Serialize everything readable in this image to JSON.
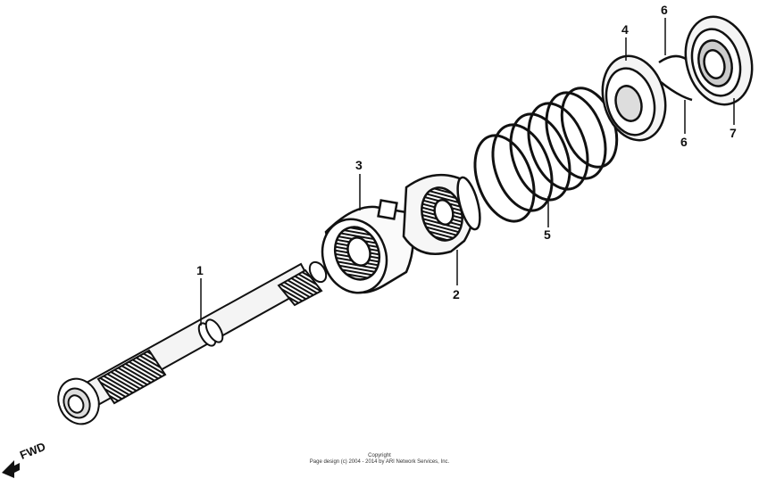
{
  "callouts": [
    {
      "id": "1",
      "label": "1"
    },
    {
      "id": "2",
      "label": "2"
    },
    {
      "id": "3",
      "label": "3"
    },
    {
      "id": "4",
      "label": "4"
    },
    {
      "id": "5",
      "label": "5"
    },
    {
      "id": "6a",
      "label": "6"
    },
    {
      "id": "6b",
      "label": "6"
    },
    {
      "id": "7",
      "label": "7"
    }
  ],
  "direction_label": "FWD",
  "copyright": {
    "line1": "Copyright",
    "line2": "Page design (c) 2004 - 2014 by ARI Network Services, Inc."
  },
  "colors": {
    "ink": "#111111",
    "paper": "#ffffff",
    "shade": "#444444"
  }
}
